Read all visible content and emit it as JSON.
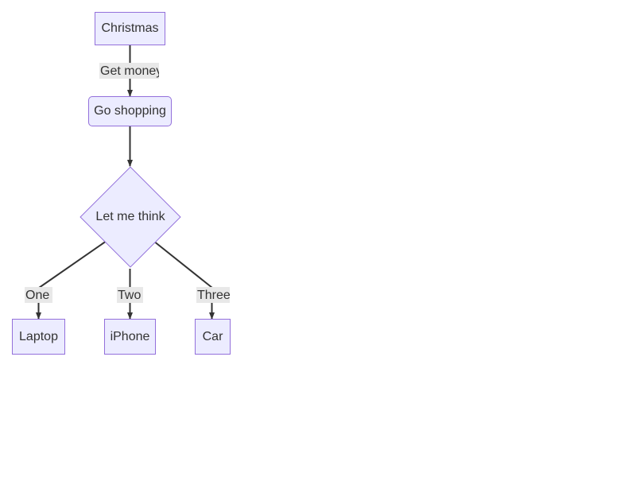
{
  "diagram": {
    "type": "flowchart",
    "direction": "top-down",
    "colors": {
      "node_fill": "#ececff",
      "node_stroke": "#9370db",
      "edge_stroke": "#333333",
      "edge_label_bg": "#e8e8e8",
      "text": "#333333",
      "canvas_bg": "#ffffff"
    },
    "nodes": [
      {
        "id": "christmas",
        "label": "Christmas",
        "shape": "rect"
      },
      {
        "id": "go_shopping",
        "label": "Go shopping",
        "shape": "round"
      },
      {
        "id": "let_me_think",
        "label": "Let me think",
        "shape": "diamond"
      },
      {
        "id": "laptop",
        "label": "Laptop",
        "shape": "rect"
      },
      {
        "id": "iphone",
        "label": "iPhone",
        "shape": "rect"
      },
      {
        "id": "car",
        "label": "Car",
        "shape": "rect"
      }
    ],
    "edges": [
      {
        "from": "christmas",
        "to": "go_shopping",
        "label": "Get money"
      },
      {
        "from": "go_shopping",
        "to": "let_me_think",
        "label": ""
      },
      {
        "from": "let_me_think",
        "to": "laptop",
        "label": "One"
      },
      {
        "from": "let_me_think",
        "to": "iphone",
        "label": "Two"
      },
      {
        "from": "let_me_think",
        "to": "car",
        "label": "Three"
      }
    ]
  }
}
